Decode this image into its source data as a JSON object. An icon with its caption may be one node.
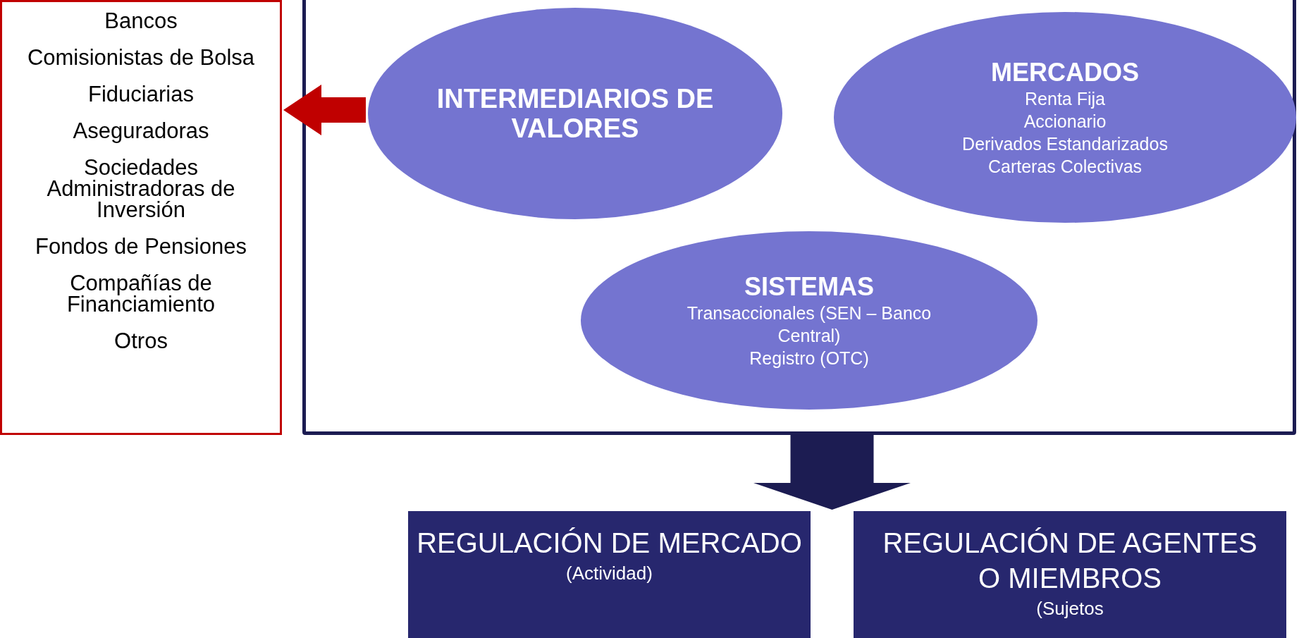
{
  "diagram": {
    "nodes": [
      {
        "text": [
          "Bancos",
          "Comisionistas de Bolsa",
          "Fiduciarias",
          "Aseguradoras",
          "Sociedades Administradoras de Inversión",
          "Fondos de Pensiones",
          "Compañías de Financiamiento",
          "Otros"
        ]
      },
      {
        "text": [],
        "shape": "box"
      },
      {
        "text": [
          "INTERMEDIARIOS DE VALORES"
        ],
        "in": 1
      },
      {
        "text": [
          "MERCADOS",
          "Renta Fija",
          "Accionario",
          "Derivados Estandarizados",
          "Carteras Colectivas"
        ],
        "in": 1
      },
      {
        "text": [
          "SISTEMAS",
          "Transaccionales (SEN – Banco Central)",
          "Registro (OTC)"
        ],
        "in": 1
      },
      {
        "text": [
          "REGULACIÓN DE MERCADO",
          "(Actividad)"
        ]
      },
      {
        "text": [
          "REGULACIÓN DE AGENTES O MIEMBROS",
          "(Sujetos"
        ]
      }
    ],
    "edges": [
      {
        "from": 2,
        "to": 0,
        "arrow": "to",
        "color": "#c00000"
      },
      {
        "from": 1,
        "to": 5,
        "arrow": "to",
        "color": "#1c1c52"
      },
      {
        "from": 1,
        "to": 6,
        "arrow": "to",
        "color": "#1c1c52"
      }
    ]
  }
}
